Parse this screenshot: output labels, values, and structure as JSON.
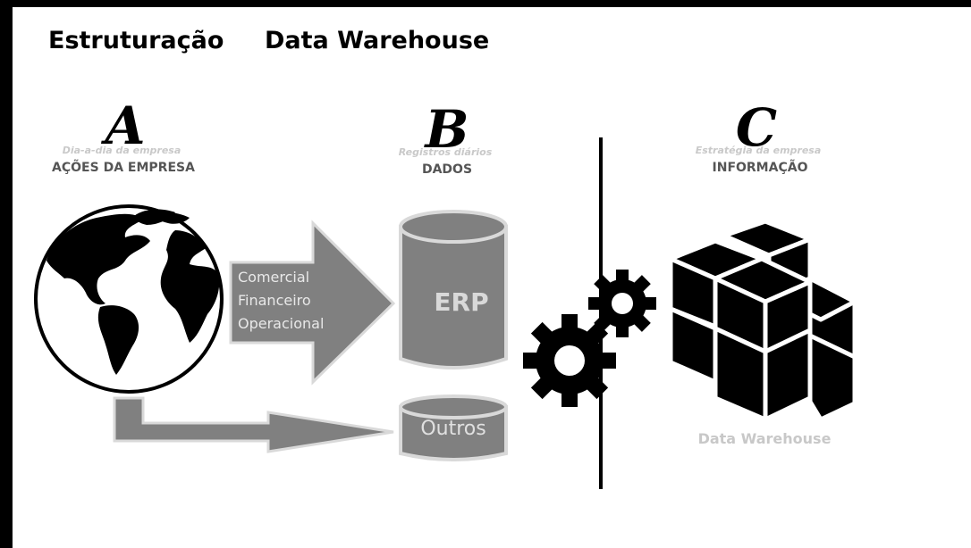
{
  "title": {
    "part1": "Estruturação",
    "part2": "Data Warehouse"
  },
  "section_a": {
    "letter": "A",
    "subtitle": "Dia-a-dia da empresa",
    "heading": "AÇÕES DA EMPRESA"
  },
  "section_b": {
    "letter": "B",
    "subtitle": "Registros diários",
    "heading": "DADOS"
  },
  "section_c": {
    "letter": "C",
    "subtitle": "Estratégia da empresa",
    "heading": "INFORMAÇÃO"
  },
  "arrow_labels": [
    "Comercial",
    "Financeiro",
    "Operacional"
  ],
  "databases": {
    "erp": "ERP",
    "outros": "Outros"
  },
  "warehouse_label": "Data Warehouse",
  "icons": [
    "globe-icon",
    "gears-icon",
    "cubes-icon",
    "database-icon"
  ]
}
